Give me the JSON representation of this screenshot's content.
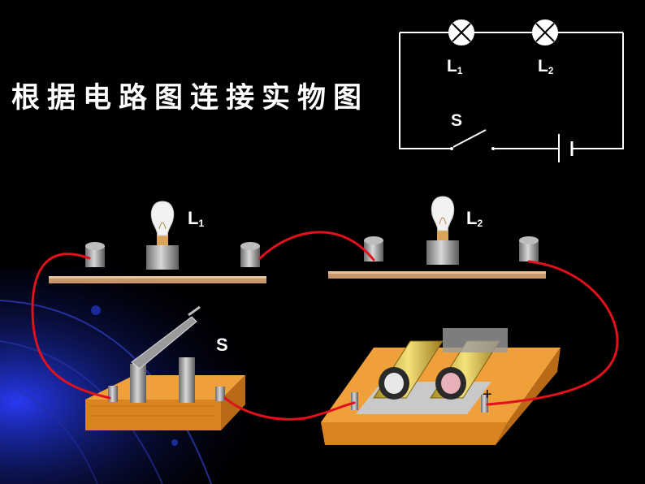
{
  "title": "根据电路图连接实物图",
  "schematic": {
    "lamp1_label": {
      "main": "L",
      "sub": "1"
    },
    "lamp2_label": {
      "main": "L",
      "sub": "2"
    },
    "switch_label": "S"
  },
  "physical": {
    "lamp1_label": {
      "main": "L",
      "sub": "1"
    },
    "lamp2_label": {
      "main": "L",
      "sub": "2"
    },
    "switch_label": "S",
    "plus_sign": "+"
  },
  "colors": {
    "background": "#000000",
    "wire": "#e0101c",
    "board": "#e8962c",
    "rail": "#c7966a"
  }
}
